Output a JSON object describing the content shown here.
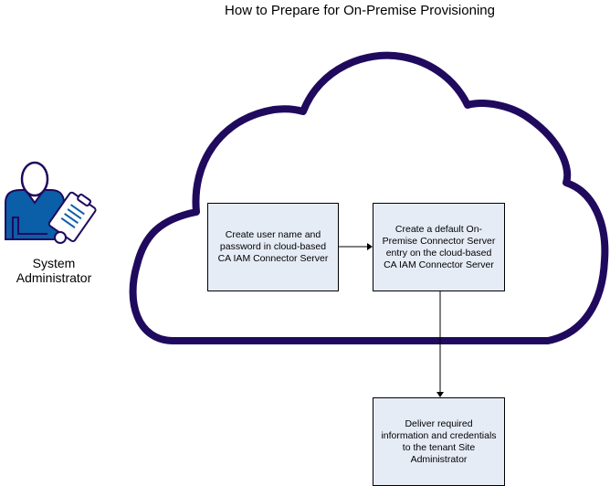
{
  "title": "How to Prepare for On-Premise Provisioning",
  "actor": {
    "line1": "System",
    "line2": "Administrator",
    "icon": "administrator-with-clipboard-icon"
  },
  "cloud": {
    "label": "cloud-boundary",
    "color": "#1f0a5e"
  },
  "steps": [
    {
      "id": "step-1",
      "text": "Create user name and password in cloud-based CA IAM Connector Server"
    },
    {
      "id": "step-2",
      "text": "Create a default On-Premise Connector Server entry on the cloud-based CA IAM Connector Server"
    },
    {
      "id": "step-3",
      "text": "Deliver required information and credentials to the tenant Site Administrator"
    }
  ],
  "connectors": [
    {
      "from": "step-1",
      "to": "step-2"
    },
    {
      "from": "step-2",
      "to": "step-3"
    }
  ],
  "colors": {
    "box_fill": "#e6ecf6",
    "actor_blue": "#0b5ea8",
    "actor_outline": "#1f0a5e"
  }
}
